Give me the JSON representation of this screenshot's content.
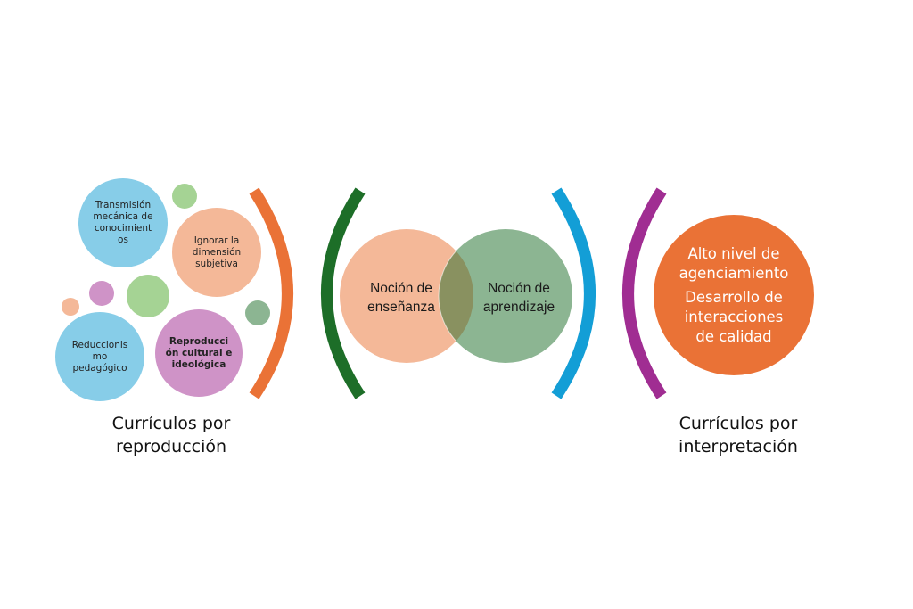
{
  "colors": {
    "blue_circle": "#87cde8",
    "peach": "#f4b898",
    "purple_circle": "#cf93c7",
    "light_green": "#a5d394",
    "muted_green": "#8cb592",
    "orange": "#ea7236",
    "dark_green": "#1d6e28",
    "blue_arc": "#139ed6",
    "magenta_arc": "#a02d92",
    "venn_overlap": "#899160"
  },
  "left_group": {
    "circles": [
      {
        "text": [
          "Transmisión",
          "mecánica de",
          "conocimient",
          "os"
        ]
      },
      {
        "text": [
          "Ignorar la",
          "dimensión",
          "subjetiva"
        ]
      },
      {
        "text": [
          "Reduccionis",
          "mo",
          "pedagógico"
        ]
      },
      {
        "text": [
          "Reproducci",
          "ón cultural e",
          "ideológica"
        ]
      }
    ],
    "caption": [
      "Currículos por",
      "reproducción"
    ]
  },
  "middle_group": {
    "left_circle": [
      "Noción de",
      "enseñanza"
    ],
    "right_circle": [
      "Noción de",
      "aprendizaje"
    ]
  },
  "right_group": {
    "circle": {
      "block1": [
        "Alto nivel de",
        "agenciamiento"
      ],
      "block2": [
        "Desarrollo de",
        "interacciones",
        "de calidad"
      ]
    },
    "caption": [
      "Currículos por",
      "interpretación"
    ]
  }
}
